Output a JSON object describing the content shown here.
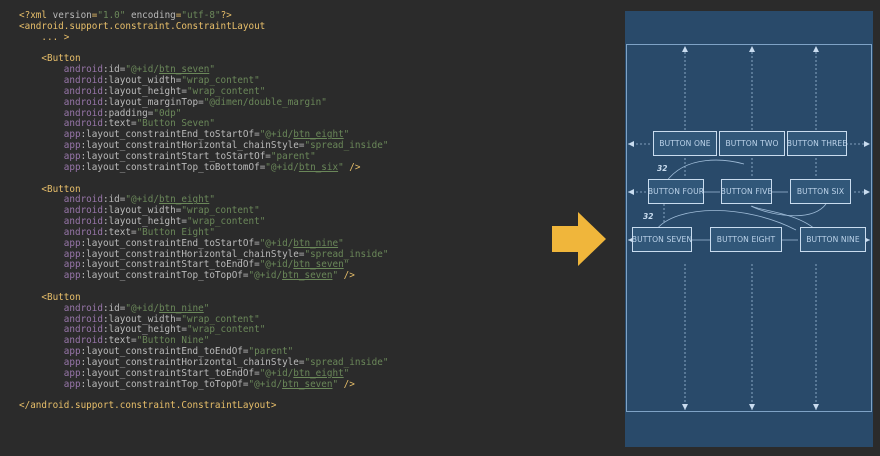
{
  "code": {
    "lines": [
      [
        {
          "c": "tag",
          "t": "<?xml "
        },
        {
          "c": "attr",
          "t": "version"
        },
        {
          "c": "tag",
          "t": "="
        },
        {
          "c": "val",
          "t": "\"1.0\""
        },
        {
          "c": "attr",
          "t": " encoding"
        },
        {
          "c": "tag",
          "t": "="
        },
        {
          "c": "val",
          "t": "\"utf-8\""
        },
        {
          "c": "tag",
          "t": "?>"
        }
      ],
      [
        {
          "c": "tag",
          "t": "<android.support.constraint.ConstraintLayout"
        }
      ],
      [
        {
          "c": "tag",
          "t": "    ... >"
        }
      ],
      [],
      [
        {
          "c": "tag",
          "t": "    <Button"
        }
      ],
      [
        {
          "c": "ns",
          "t": "        android"
        },
        {
          "c": "attr",
          "t": ":id="
        },
        {
          "c": "val",
          "t": "\"@+id/"
        },
        {
          "c": "valu",
          "t": "btn_seven"
        },
        {
          "c": "val",
          "t": "\""
        }
      ],
      [
        {
          "c": "ns",
          "t": "        android"
        },
        {
          "c": "attr",
          "t": ":layout_width="
        },
        {
          "c": "val",
          "t": "\"wrap_content\""
        }
      ],
      [
        {
          "c": "ns",
          "t": "        android"
        },
        {
          "c": "attr",
          "t": ":layout_height="
        },
        {
          "c": "val",
          "t": "\"wrap_content\""
        }
      ],
      [
        {
          "c": "ns",
          "t": "        android"
        },
        {
          "c": "attr",
          "t": ":layout_marginTop="
        },
        {
          "c": "val",
          "t": "\"@dimen/double_margin\""
        }
      ],
      [
        {
          "c": "ns",
          "t": "        android"
        },
        {
          "c": "attr",
          "t": ":padding="
        },
        {
          "c": "val",
          "t": "\"0dp\""
        }
      ],
      [
        {
          "c": "ns",
          "t": "        android"
        },
        {
          "c": "attr",
          "t": ":text="
        },
        {
          "c": "val",
          "t": "\"Button Seven\""
        }
      ],
      [
        {
          "c": "ns",
          "t": "        app"
        },
        {
          "c": "attr",
          "t": ":layout_constraintEnd_toStartOf="
        },
        {
          "c": "val",
          "t": "\"@+id/"
        },
        {
          "c": "valu",
          "t": "btn_eight"
        },
        {
          "c": "val",
          "t": "\""
        }
      ],
      [
        {
          "c": "ns",
          "t": "        app"
        },
        {
          "c": "attr",
          "t": ":layout_constraintHorizontal_chainStyle="
        },
        {
          "c": "val",
          "t": "\"spread_inside\""
        }
      ],
      [
        {
          "c": "ns",
          "t": "        app"
        },
        {
          "c": "attr",
          "t": ":layout_constraintStart_toStartOf="
        },
        {
          "c": "val",
          "t": "\"parent\""
        }
      ],
      [
        {
          "c": "ns",
          "t": "        app"
        },
        {
          "c": "attr",
          "t": ":layout_constraintTop_toBottomOf="
        },
        {
          "c": "val",
          "t": "\"@+id/"
        },
        {
          "c": "valu",
          "t": "btn_six"
        },
        {
          "c": "val",
          "t": "\""
        },
        {
          "c": "tag",
          "t": " />"
        }
      ],
      [],
      [
        {
          "c": "tag",
          "t": "    <Button"
        }
      ],
      [
        {
          "c": "ns",
          "t": "        android"
        },
        {
          "c": "attr",
          "t": ":id="
        },
        {
          "c": "val",
          "t": "\"@+id/"
        },
        {
          "c": "valu",
          "t": "btn_eight"
        },
        {
          "c": "val",
          "t": "\""
        }
      ],
      [
        {
          "c": "ns",
          "t": "        android"
        },
        {
          "c": "attr",
          "t": ":layout_width="
        },
        {
          "c": "val",
          "t": "\"wrap_content\""
        }
      ],
      [
        {
          "c": "ns",
          "t": "        android"
        },
        {
          "c": "attr",
          "t": ":layout_height="
        },
        {
          "c": "val",
          "t": "\"wrap_content\""
        }
      ],
      [
        {
          "c": "ns",
          "t": "        android"
        },
        {
          "c": "attr",
          "t": ":text="
        },
        {
          "c": "val",
          "t": "\"Button Eight\""
        }
      ],
      [
        {
          "c": "ns",
          "t": "        app"
        },
        {
          "c": "attr",
          "t": ":layout_constraintEnd_toStartOf="
        },
        {
          "c": "val",
          "t": "\"@+id/"
        },
        {
          "c": "valu",
          "t": "btn_nine"
        },
        {
          "c": "val",
          "t": "\""
        }
      ],
      [
        {
          "c": "ns",
          "t": "        app"
        },
        {
          "c": "attr",
          "t": ":layout_constraintHorizontal_chainStyle="
        },
        {
          "c": "val",
          "t": "\"spread_inside\""
        }
      ],
      [
        {
          "c": "ns",
          "t": "        app"
        },
        {
          "c": "attr",
          "t": ":layout_constraintStart_toEndOf="
        },
        {
          "c": "val",
          "t": "\"@+id/"
        },
        {
          "c": "valu",
          "t": "btn_seven"
        },
        {
          "c": "val",
          "t": "\""
        }
      ],
      [
        {
          "c": "ns",
          "t": "        app"
        },
        {
          "c": "attr",
          "t": ":layout_constraintTop_toTopOf="
        },
        {
          "c": "val",
          "t": "\"@+id/"
        },
        {
          "c": "valu",
          "t": "btn_seven"
        },
        {
          "c": "val",
          "t": "\""
        },
        {
          "c": "tag",
          "t": " />"
        }
      ],
      [],
      [
        {
          "c": "tag",
          "t": "    <Button"
        }
      ],
      [
        {
          "c": "ns",
          "t": "        android"
        },
        {
          "c": "attr",
          "t": ":id="
        },
        {
          "c": "val",
          "t": "\"@+id/"
        },
        {
          "c": "valu",
          "t": "btn_nine"
        },
        {
          "c": "val",
          "t": "\""
        }
      ],
      [
        {
          "c": "ns",
          "t": "        android"
        },
        {
          "c": "attr",
          "t": ":layout_width="
        },
        {
          "c": "val",
          "t": "\"wrap_content\""
        }
      ],
      [
        {
          "c": "ns",
          "t": "        android"
        },
        {
          "c": "attr",
          "t": ":layout_height="
        },
        {
          "c": "val",
          "t": "\"wrap_content\""
        }
      ],
      [
        {
          "c": "ns",
          "t": "        android"
        },
        {
          "c": "attr",
          "t": ":text="
        },
        {
          "c": "val",
          "t": "\"Button Nine\""
        }
      ],
      [
        {
          "c": "ns",
          "t": "        app"
        },
        {
          "c": "attr",
          "t": ":layout_constraintEnd_toEndOf="
        },
        {
          "c": "val",
          "t": "\"parent\""
        }
      ],
      [
        {
          "c": "ns",
          "t": "        app"
        },
        {
          "c": "attr",
          "t": ":layout_constraintHorizontal_chainStyle="
        },
        {
          "c": "val",
          "t": "\"spread_inside\""
        }
      ],
      [
        {
          "c": "ns",
          "t": "        app"
        },
        {
          "c": "attr",
          "t": ":layout_constraintStart_toEndOf="
        },
        {
          "c": "val",
          "t": "\"@+id/"
        },
        {
          "c": "valu",
          "t": "btn_eight"
        },
        {
          "c": "val",
          "t": "\""
        }
      ],
      [
        {
          "c": "ns",
          "t": "        app"
        },
        {
          "c": "attr",
          "t": ":layout_constraintTop_toTopOf="
        },
        {
          "c": "val",
          "t": "\"@+id/"
        },
        {
          "c": "valu",
          "t": "btn_seven"
        },
        {
          "c": "val",
          "t": "\""
        },
        {
          "c": "tag",
          "t": " />"
        }
      ],
      [],
      [
        {
          "c": "tag",
          "t": "</android.support.constraint.ConstraintLayout>"
        }
      ]
    ]
  },
  "arrow_icon": "right-arrow-icon",
  "arrow_color": "#f0b63b",
  "blueprint": {
    "buttons": {
      "one": "BUTTON ONE",
      "two": "BUTTON TWO",
      "three": "BUTTON THREE",
      "four": "BUTTON FOUR",
      "five": "BUTTON FIVE",
      "six": "BUTTON SIX",
      "seven": "BUTTON SEVEN",
      "eight": "BUTTON EIGHT",
      "nine": "BUTTON NINE"
    },
    "margin_top_label": "32",
    "margin_mid_label": "32"
  }
}
